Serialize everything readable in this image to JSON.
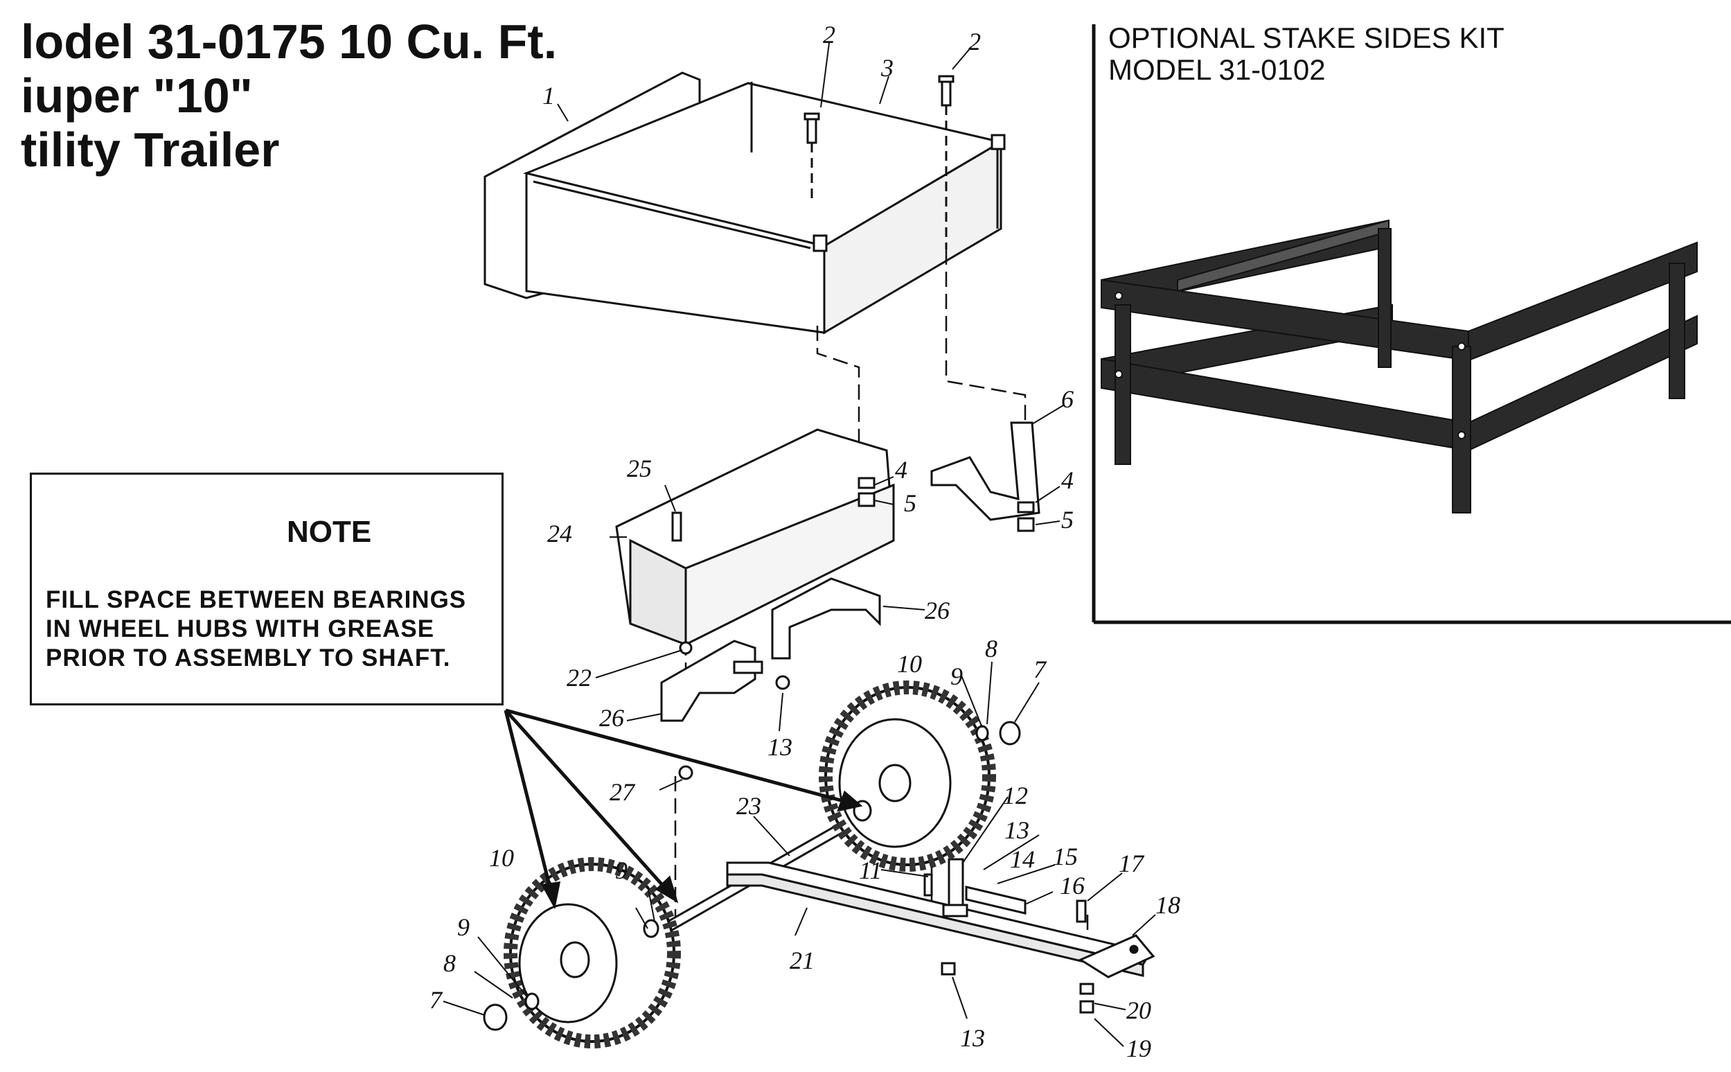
{
  "title": {
    "line1": "lodel 31-0175 10 Cu. Ft.",
    "line2": "iuper \"10\"",
    "line3": "tility Trailer"
  },
  "kit": {
    "line1": "OPTIONAL STAKE SIDES KIT",
    "line2": "MODEL 31-0102"
  },
  "note": {
    "label": "NOTE",
    "lines": [
      "FILL SPACE BETWEEN BEARINGS",
      "IN WHEEL HUBS WITH GREASE",
      "PRIOR TO ASSEMBLY TO SHAFT."
    ]
  },
  "callouts": [
    "1",
    "2",
    "2",
    "3",
    "6",
    "4",
    "5",
    "4",
    "5",
    "25",
    "24",
    "26",
    "22",
    "26",
    "13",
    "8",
    "7",
    "9",
    "10",
    "27",
    "23",
    "12",
    "13",
    "14",
    "15",
    "11",
    "16",
    "17",
    "18",
    "10",
    "9",
    "9",
    "8",
    "7",
    "21",
    "20",
    "13",
    "19"
  ]
}
